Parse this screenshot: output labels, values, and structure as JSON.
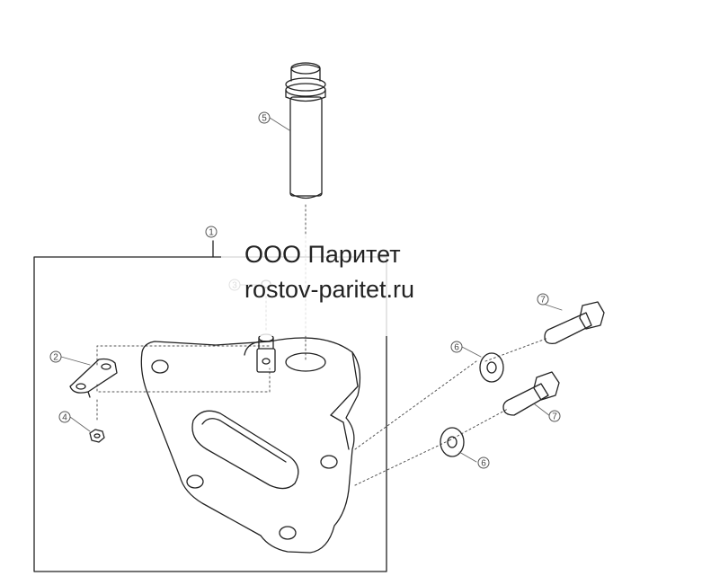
{
  "watermark": {
    "company": "ООО Паритет",
    "site": "rostov-paritet.ru"
  },
  "callouts": [
    {
      "id": "callout-1",
      "number": "1"
    },
    {
      "id": "callout-2",
      "number": "2"
    },
    {
      "id": "callout-3",
      "number": "3"
    },
    {
      "id": "callout-4",
      "number": "4"
    },
    {
      "id": "callout-5",
      "number": "5"
    },
    {
      "id": "callout-6a",
      "number": "6"
    },
    {
      "id": "callout-6b",
      "number": "6"
    },
    {
      "id": "callout-7a",
      "number": "7"
    },
    {
      "id": "callout-7b",
      "number": "7"
    }
  ]
}
